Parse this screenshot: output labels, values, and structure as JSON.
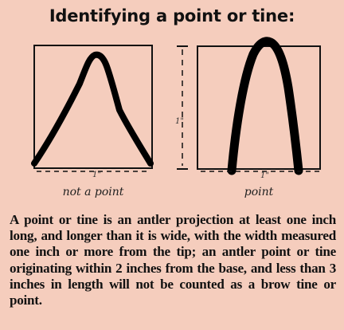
{
  "title": "Identifying a point or tine:",
  "left_panel": {
    "caption": "not a point",
    "width_label": "1\""
  },
  "right_panel": {
    "caption": "point",
    "width_label": "1\"",
    "height_label": "1\""
  },
  "description": "A point or tine is an antler projection at least one inch long, and longer than it is wide, with the width measured one inch or more from the tip; an antler point or tine originating within 2 inches from the base, and less than 3 inches in length will not be counted as a brow tine or point."
}
